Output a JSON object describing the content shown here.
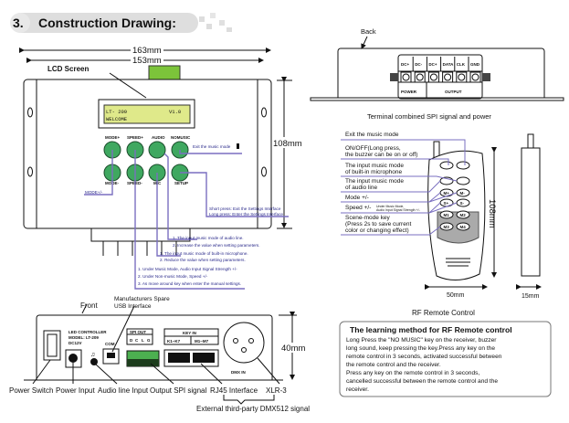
{
  "title": {
    "number": "3.",
    "text": "Construction Drawing:"
  },
  "top_view": {
    "dim_outer": "163mm",
    "dim_inner": "153mm",
    "dim_height": "108mm",
    "lcd_label": "LCD Screen",
    "lcd_line1": "LT- 209",
    "lcd_line2": "WELCOME",
    "lcd_version": "V1.0",
    "buttons_top": [
      "MODE+",
      "SPEED+",
      "AUDIO",
      "NOMUSIC"
    ],
    "buttons_bottom": [
      "MODE-",
      "SPEED-",
      "MIC",
      "SETUP"
    ],
    "ann_mode": "MODE+/-",
    "ann_nomusic": "Exit the music mode",
    "ann_setup": [
      "Short press: Exit the Settings Interface",
      "Long press: Enter the Settings Interface"
    ],
    "ann_audio": [
      "1. The input music mode of audio line.",
      "2. Increase the value when setting parameters."
    ],
    "ann_mic": [
      "1. The input music mode of built-in microphone.",
      "2. Reduce the value when setting parameters."
    ],
    "ann_speed": [
      "1. Under Music Mode, Audio Input Signal Strength +/-",
      "2. Under Non-music Mode, Speed +/-",
      "3. As move around key when enter the manual settings."
    ],
    "button_color": "#3fa860",
    "lcd_color": "#dfe98a",
    "annotation_color": "#2a2a8a"
  },
  "front_view": {
    "front_label": "Front",
    "usb_label": [
      "Manufacturers Spare",
      "USB Interface"
    ],
    "device_text": [
      "LED CONTROLLER",
      "MODEL: LT-209",
      "DC12V"
    ],
    "com": "COM",
    "spi_out": "SPI OUT",
    "spi_pins": [
      "D",
      "C",
      "L",
      "G"
    ],
    "key_in": "KEY IN",
    "key_ports": [
      "K1~K7",
      "M1~M7"
    ],
    "dmx": "DMX IN",
    "dim_height": "40mm",
    "bottom_labels": [
      "Power Switch",
      "Power Input",
      "Audio line Input",
      "Output SPI signal",
      "RJ45 Interface",
      "XLR-3"
    ],
    "external": "External third-party DMX512 signal"
  },
  "back_view": {
    "label": "Back",
    "terminals": [
      "DC+",
      "DC-",
      "DC+",
      "DATA",
      "CLK",
      "GND"
    ],
    "groups": [
      "POWER",
      "OUTPUT"
    ],
    "caption": "Terminal combined SPI signal and power"
  },
  "remote": {
    "annotations": [
      "Exit the music mode",
      "ON/OFF(Long press,",
      "the buzzer can be on or off)",
      "The input music mode",
      "of built-in microphone",
      "The input music mode",
      "of audio line",
      "Mode +/-",
      "Speed +/-",
      "Scene-mode key",
      "(Press 2s to save current",
      "color or changing effect)"
    ],
    "speed_note": [
      "Under Music Mode,",
      "Audio Input Signal Strength +/-"
    ],
    "keys": [
      "M+",
      "M-",
      "S+",
      "S-",
      "M1",
      "M2",
      "M3",
      "M4"
    ],
    "dim_height": "108mm",
    "dim_width": "50mm",
    "dim_depth": "15mm",
    "caption": "RF Remote Control"
  },
  "learning": {
    "title": "The learning method for RF Remote control",
    "lines": [
      "Long Press the \"NO MUSIC\" key on the receiver, buzzer",
      "long sound, keep pressing the key.Press any key on the",
      "remote control in 3 seconds, activated successful between",
      "the remote control and the receiver.",
      "Press any key on the remote control in 3 seconds,",
      "cancelled successful between the remote control and the",
      "receiver."
    ]
  }
}
